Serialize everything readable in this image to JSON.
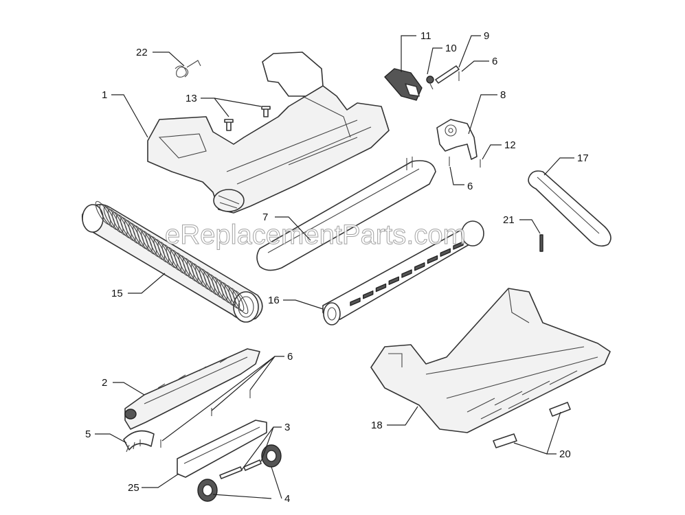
{
  "watermark": "eReplacementParts.com",
  "labels": {
    "p1": "1",
    "p2": "2",
    "p3": "3",
    "p4": "4",
    "p5": "5",
    "p6a": "6",
    "p6b": "6",
    "p6c": "6",
    "p7": "7",
    "p8": "8",
    "p9": "9",
    "p10": "10",
    "p11": "11",
    "p12": "12",
    "p13": "13",
    "p15": "15",
    "p16": "16",
    "p17": "17",
    "p18": "18",
    "p20": "20",
    "p21": "21",
    "p22": "22",
    "p25": "25"
  }
}
